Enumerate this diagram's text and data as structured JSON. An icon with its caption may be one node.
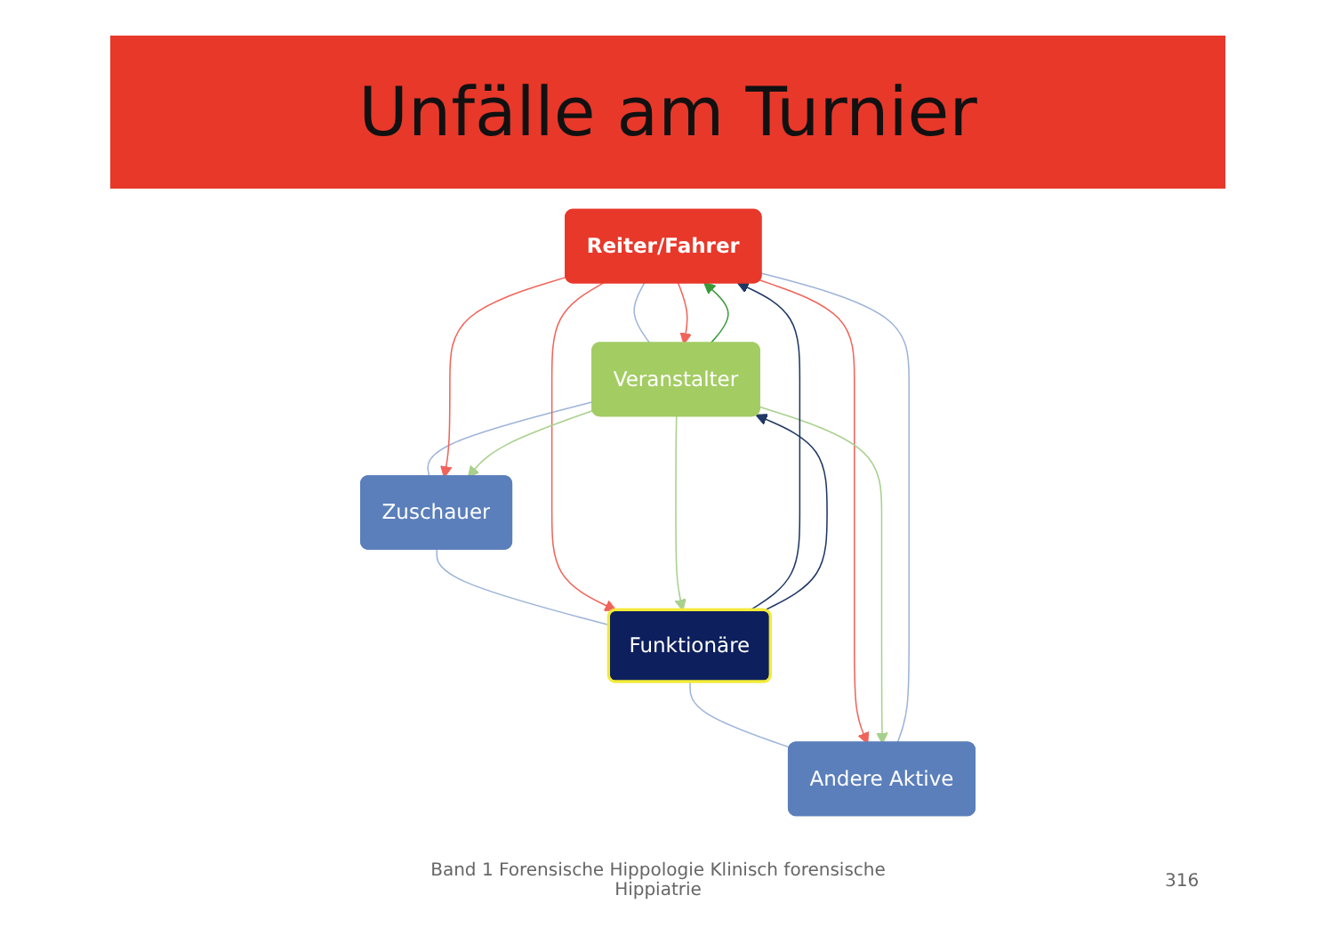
{
  "diagram": {
    "title": "Unfälle am Turnier",
    "caption": "Band 1 Forensische Hippologie Klinisch forensische Hippiatrie",
    "nodes": [
      {
        "text": [
          "Reiter/Fahrer"
        ]
      },
      {
        "text": [
          "Andere Aktive"
        ]
      },
      {
        "text": [
          "Veranstalter"
        ]
      },
      {
        "text": [
          "Funktionäre"
        ]
      },
      {
        "text": [
          "Zuschauer"
        ]
      }
    ],
    "edges": [
      {
        "from": 0,
        "to": 2,
        "arrow": "none"
      },
      {
        "from": 2,
        "to": 4,
        "arrow": "none"
      },
      {
        "from": 4,
        "to": 3,
        "arrow": "none"
      },
      {
        "from": 3,
        "to": 1,
        "arrow": "none"
      },
      {
        "from": 1,
        "to": 0,
        "arrow": "none"
      },
      {
        "from": 0,
        "to": 1,
        "arrow": "to",
        "color": "#f0645a"
      },
      {
        "from": 0,
        "to": 2,
        "arrow": "to",
        "color": "#f0645a"
      },
      {
        "from": 0,
        "to": 3,
        "arrow": "to",
        "color": "#f0645a"
      },
      {
        "from": 0,
        "to": 4,
        "arrow": "to",
        "color": "#f0645a"
      },
      {
        "from": 2,
        "to": 0,
        "arrow": "to",
        "color": "#3a9a3a"
      },
      {
        "from": 2,
        "to": 1,
        "arrow": "to",
        "color": "#a8d08d"
      },
      {
        "from": 2,
        "to": 3,
        "arrow": "to",
        "color": "#a8d08d"
      },
      {
        "from": 2,
        "to": 4,
        "arrow": "to",
        "color": "#a8d08d"
      },
      {
        "from": 3,
        "to": 0,
        "arrow": "to",
        "color": "#1f3864"
      },
      {
        "from": 3,
        "to": 2,
        "arrow": "to",
        "color": "#1f3864"
      }
    ],
    "labels": [
      "316"
    ]
  }
}
